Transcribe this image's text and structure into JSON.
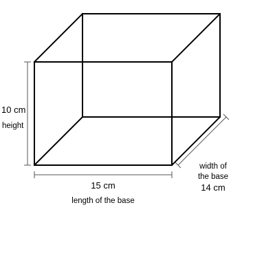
{
  "labels": {
    "height_value": "10 cm",
    "height_name": "height",
    "length_value": "15 cm",
    "length_name": "length of the base",
    "width_name_line1": "width of",
    "width_name_line2": "the base",
    "width_value": "14 cm"
  },
  "dimensions": {
    "length": 15,
    "width": 14,
    "height": 10,
    "unit": "cm"
  }
}
